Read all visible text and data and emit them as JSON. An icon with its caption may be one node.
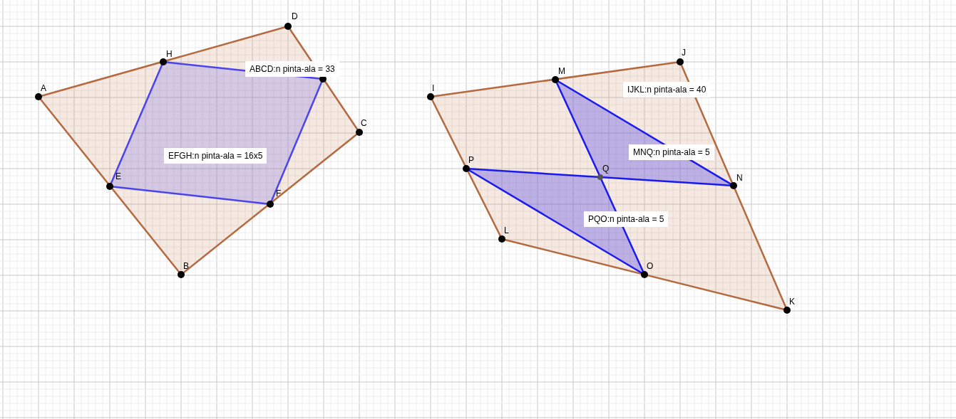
{
  "diagram": {
    "labels": [
      "D",
      "H",
      "ABCD:n pinta-ala = 33",
      "A",
      "C",
      "EFGH:n pinta-ala = 16x5",
      "E",
      "F",
      "B",
      "J",
      "M",
      "I",
      "IJKL:n pinta-ala = 40",
      "MNQ:n pinta-ala = 5",
      "P",
      "Q",
      "N",
      "L",
      "PQO:n pinta-ala = 5",
      "O",
      "K"
    ]
  }
}
